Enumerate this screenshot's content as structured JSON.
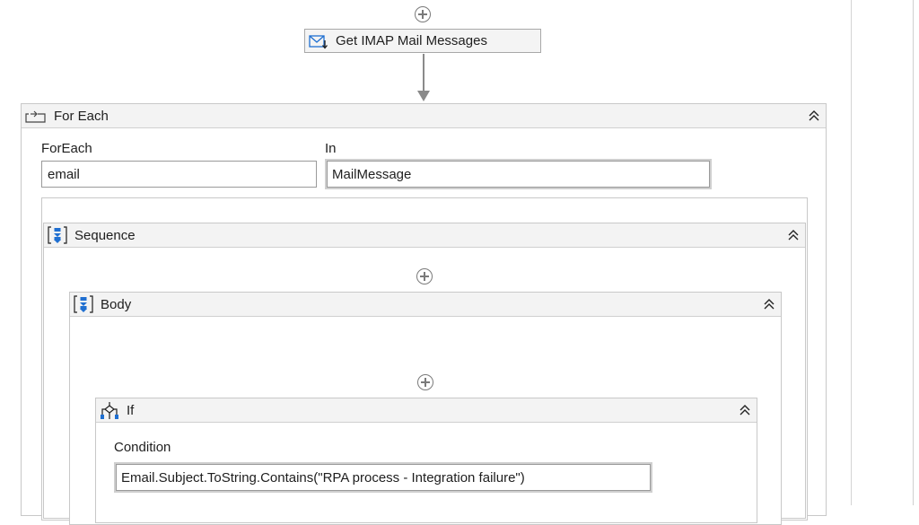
{
  "activities": {
    "get_imap": {
      "label": "Get IMAP Mail Messages",
      "icon": "mail-download-icon"
    }
  },
  "foreach": {
    "title": "For Each",
    "icon": "foreach-icon",
    "foreach_label": "ForEach",
    "foreach_value": "email",
    "in_label": "In",
    "in_value": "MailMessage"
  },
  "sequence": {
    "title": "Sequence",
    "icon": "sequence-icon"
  },
  "body": {
    "title": "Body",
    "icon": "sequence-icon"
  },
  "if_activity": {
    "title": "If",
    "icon": "if-icon",
    "condition_label": "Condition",
    "condition_value": "Email.Subject.ToString.Contains(\"RPA process - Integration failure\")"
  },
  "colors": {
    "accent_blue": "#1f6fd1",
    "header_bg": "#f3f3f3",
    "border": "#c8c8c8"
  }
}
